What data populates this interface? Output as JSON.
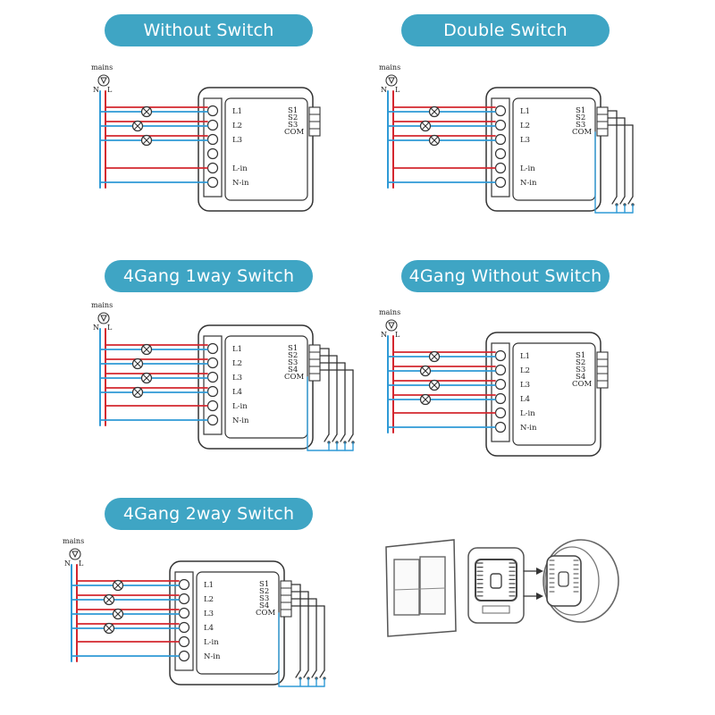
{
  "colors": {
    "pill": "#3fa5c4",
    "live": "#d4272f",
    "neutral": "#2f9ad6",
    "ink": "#333333"
  },
  "headings": {
    "without_switch": "Without Switch",
    "double_switch": "Double Switch",
    "gang4_1way": "4Gang 1way Switch",
    "gang4_without": "4Gang Without Switch",
    "gang4_2way": "4Gang 2way Switch"
  },
  "labels": {
    "mains": "mains",
    "n": "N",
    "l": "L",
    "l1": "L1",
    "l2": "L2",
    "l3": "L3",
    "l4": "L4",
    "l_in": "L-in",
    "n_in": "N-in",
    "s1": "S1",
    "s2": "S2",
    "s3": "S3",
    "s4": "S4",
    "com": "COM"
  },
  "icons": [
    "bulb-icon",
    "mains-plug-icon",
    "wall-switch-icon",
    "smart-module-icon",
    "wall-box-icon"
  ]
}
